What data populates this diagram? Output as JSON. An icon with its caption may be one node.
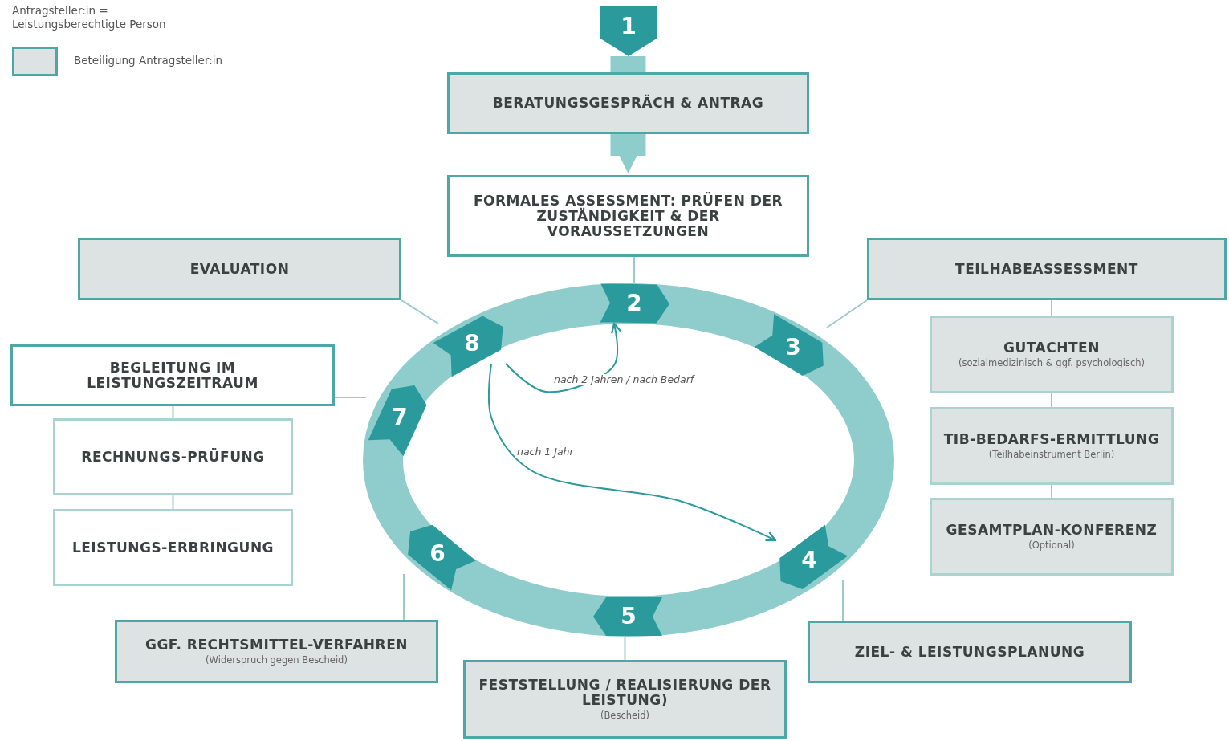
{
  "diagram": {
    "nodes": [
      {
        "text": [
          "1"
        ]
      },
      {
        "text": [
          "BERATUNGSGESPRÄCH & ANTRAG"
        ]
      },
      {
        "text": [
          "FORMALES ASSESSMENT: PRÜFEN DER ZUSTÄNDIGKEIT & DER VORAUSSETZUNGEN"
        ]
      },
      {
        "text": [
          "EVALUATION"
        ]
      },
      {
        "text": [
          "TEILHABEASSESSMENT"
        ]
      },
      {
        "text": [
          "GUTACHTEN",
          "(sozialmedizinisch & ggf. psychologisch)"
        ]
      },
      {
        "text": [
          "TIB-BEDARFS-ERMITTLUNG",
          "(Teilhabeinstrument Berlin)"
        ]
      },
      {
        "text": [
          "GESAMTPLAN-KONFERENZ",
          "(Optional)"
        ]
      },
      {
        "text": [
          "BEGLEITUNG IM LEISTUNGSZEITRAUM"
        ]
      },
      {
        "text": [
          "RECHNUNGS-PRÜFUNG"
        ]
      },
      {
        "text": [
          "LEISTUNGS-ERBRINGUNG"
        ]
      },
      {
        "text": [
          "GGF. RECHTSMITTEL-VERFAHREN",
          "(Widerspruch gegen Bescheid)"
        ]
      },
      {
        "text": [
          "FESTSTELLUNG / REALISIERUNG DER LEISTUNG)",
          "(Bescheid)"
        ]
      },
      {
        "text": [
          "ZIEL- & LEISTUNGSPLANUNG"
        ]
      },
      {
        "text": [
          "2"
        ]
      },
      {
        "text": [
          "3"
        ]
      },
      {
        "text": [
          "4"
        ]
      },
      {
        "text": [
          "5"
        ]
      },
      {
        "text": [
          "6"
        ]
      },
      {
        "text": [
          "7"
        ]
      },
      {
        "text": [
          "8"
        ]
      }
    ],
    "edges": [
      {
        "from": 0,
        "to": 1,
        "arrow": "none",
        "style": "thick"
      },
      {
        "from": 1,
        "to": 2,
        "arrow": "to",
        "style": "thick"
      },
      {
        "from": 2,
        "to": 14,
        "arrow": "none"
      },
      {
        "from": 15,
        "to": 4,
        "arrow": "none"
      },
      {
        "from": 4,
        "to": 5,
        "arrow": "none"
      },
      {
        "from": 5,
        "to": 6,
        "arrow": "none"
      },
      {
        "from": 6,
        "to": 7,
        "arrow": "none"
      },
      {
        "from": 16,
        "to": 13,
        "arrow": "none"
      },
      {
        "from": 17,
        "to": 12,
        "arrow": "none"
      },
      {
        "from": 18,
        "to": 11,
        "arrow": "none"
      },
      {
        "from": 19,
        "to": 8,
        "arrow": "none"
      },
      {
        "from": 8,
        "to": 9,
        "arrow": "none"
      },
      {
        "from": 9,
        "to": 10,
        "arrow": "none"
      },
      {
        "from": 20,
        "to": 3,
        "arrow": "none"
      },
      {
        "from": 20,
        "to": 14,
        "arrow": "to",
        "label": "nach 2 Jahren / nach Bedarf",
        "color": "#2b9a9c"
      },
      {
        "from": 20,
        "to": 16,
        "arrow": "to",
        "label": "nach 1 Jahr",
        "color": "#2b9a9c"
      }
    ],
    "labels": [
      "Antragsteller:in = Leistungsberechtigte Person"
    ],
    "legend": [
      {
        "text": "Beteiligung Antragsteller:in",
        "color": "#dde2e2"
      }
    ]
  }
}
